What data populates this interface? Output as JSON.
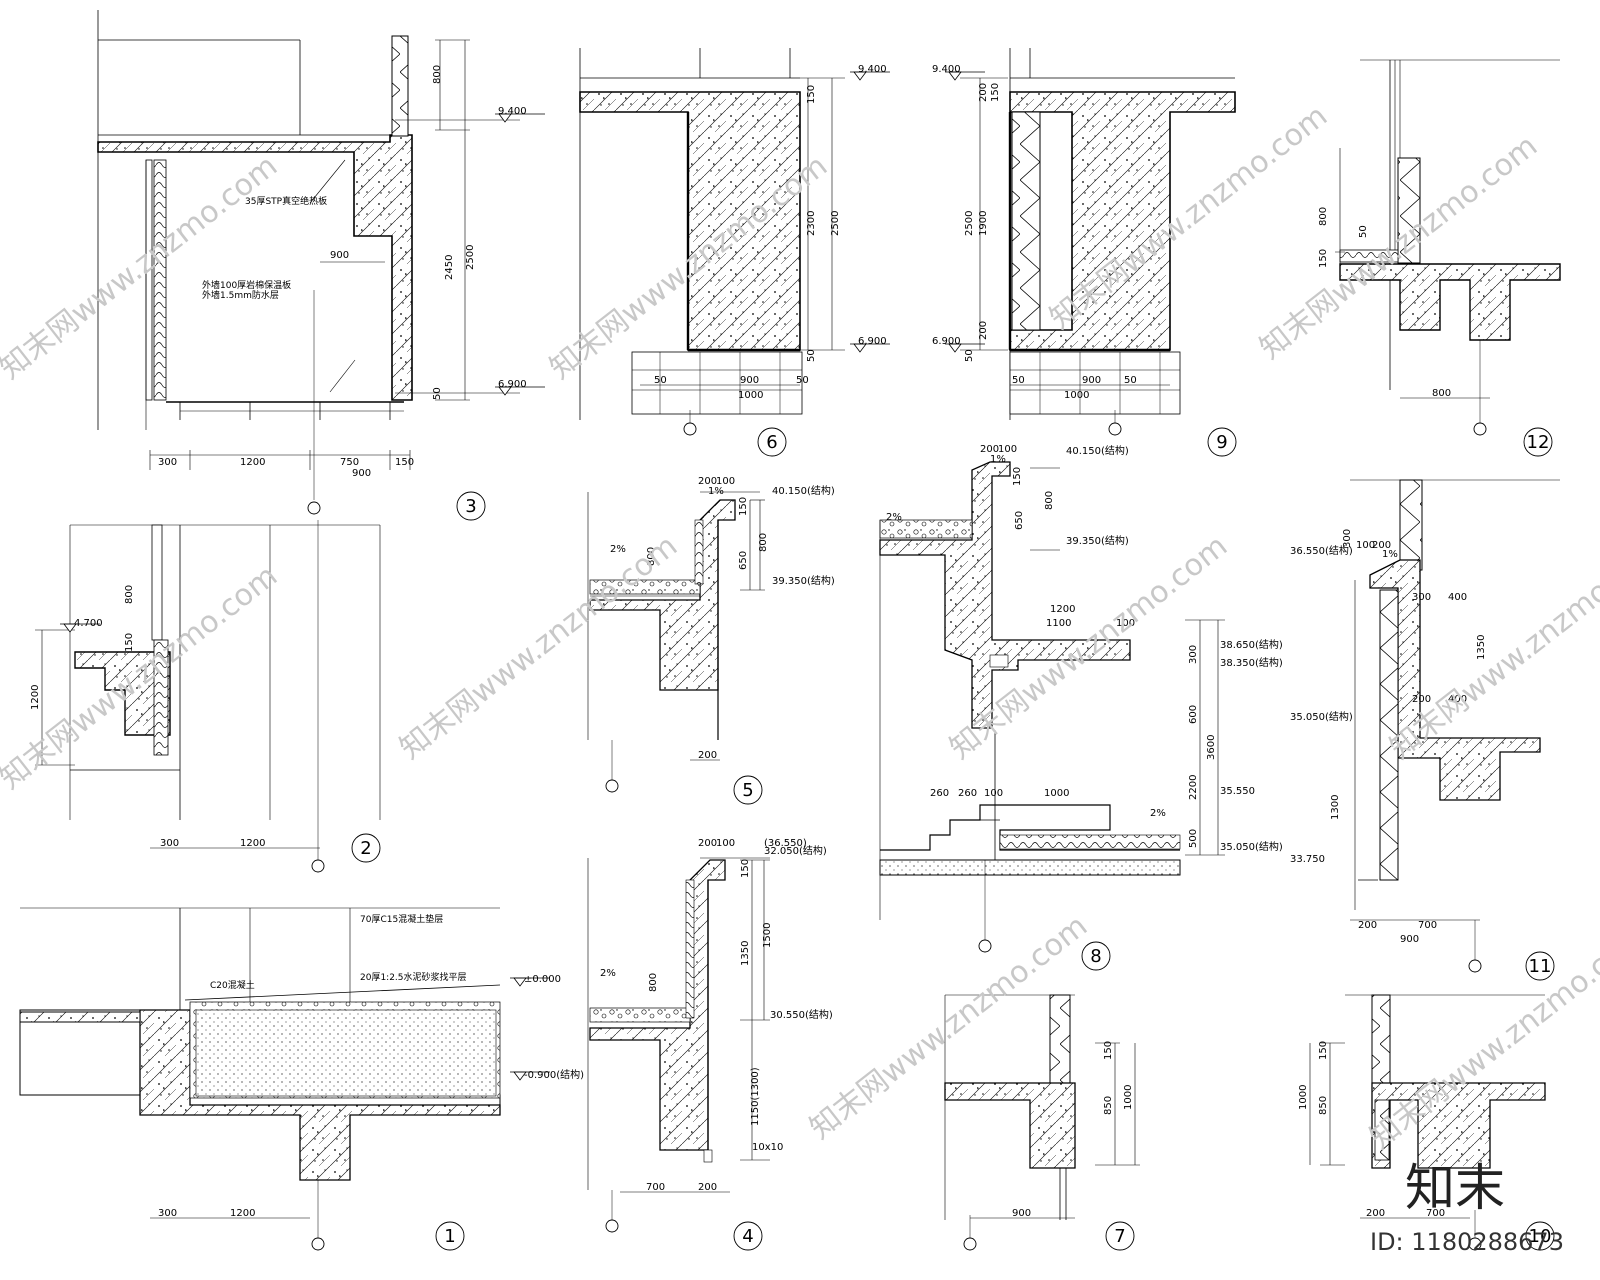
{
  "watermark": {
    "text": "知末网www.znzmo.com",
    "logo": "知末",
    "id_text": "ID: 1180288673"
  },
  "details": [
    {
      "num": "3",
      "dims": [
        "300",
        "1200",
        "750",
        "150",
        "900",
        "800",
        "2450",
        "2500",
        "900",
        "50"
      ],
      "levels": [
        "9.400",
        "6.900"
      ],
      "labels": [
        "35厚STP真空绝热板",
        "外墙100厚岩棉保温板",
        "外墙1.5mm防水层"
      ]
    },
    {
      "num": "6",
      "dims": [
        "150",
        "2300",
        "2500",
        "50",
        "50",
        "900",
        "50",
        "1000"
      ],
      "levels": [
        "9.400",
        "6.900"
      ]
    },
    {
      "num": "9",
      "dims": [
        "200",
        "150",
        "2500",
        "1900",
        "200",
        "50",
        "50",
        "900",
        "50",
        "1000"
      ],
      "levels": [
        "9.400",
        "6.900"
      ]
    },
    {
      "num": "12",
      "dims": [
        "800",
        "150",
        "50",
        "800"
      ],
      "levels": []
    },
    {
      "num": "2",
      "dims": [
        "800",
        "150",
        "1200",
        "300",
        "1200"
      ],
      "levels": [
        "4.700"
      ]
    },
    {
      "num": "5",
      "dims": [
        "200",
        "100",
        "1%",
        "150",
        "800",
        "650",
        "2%",
        "800",
        "200"
      ],
      "levels": [
        "40.150(结构)",
        "39.350(结构)"
      ]
    },
    {
      "num": "8",
      "dims": [
        "200",
        "100",
        "1%",
        "150",
        "800",
        "650",
        "1200",
        "1100",
        "100",
        "2%",
        "300",
        "600",
        "3600",
        "2200",
        "500",
        "260",
        "260",
        "100",
        "1000",
        "2%"
      ],
      "levels": [
        "40.150(结构)",
        "39.350(结构)",
        "38.650(结构)",
        "38.350(结构)",
        "35.550",
        "35.050(结构)"
      ]
    },
    {
      "num": "11",
      "dims": [
        "100",
        "200",
        "1%",
        "300",
        "300",
        "400",
        "1350",
        "200",
        "400",
        "1300",
        "200",
        "700",
        "900"
      ],
      "levels": [
        "36.550(结构)",
        "35.050(结构)",
        "33.750"
      ]
    },
    {
      "num": "1",
      "dims": [
        "300",
        "1200"
      ],
      "levels": [
        "±0.000",
        "-0.900(结构)"
      ],
      "labels": [
        "70厚C15混凝土垫层",
        "20厚1:2.5水泥砂浆找平层",
        "C20混凝土"
      ]
    },
    {
      "num": "4",
      "dims": [
        "200",
        "100",
        "(36.550)",
        "150",
        "1350",
        "1500",
        "2%",
        "800",
        "1150(1300)",
        "10x10",
        "700",
        "200"
      ],
      "levels": [
        "32.050(结构)",
        "30.550(结构)"
      ]
    },
    {
      "num": "7",
      "dims": [
        "150",
        "850",
        "1000",
        "900"
      ],
      "levels": []
    },
    {
      "num": "10",
      "dims": [
        "150",
        "850",
        "1000",
        "200",
        "700"
      ],
      "levels": []
    }
  ]
}
